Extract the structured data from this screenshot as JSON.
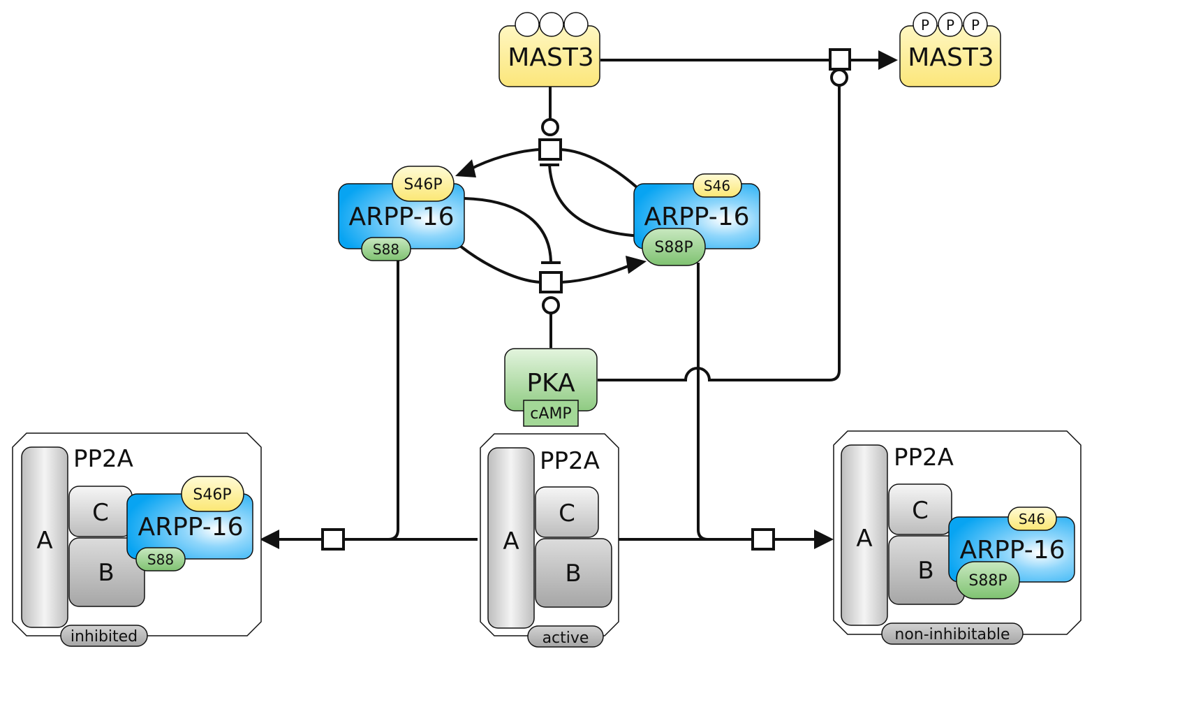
{
  "colors": {
    "mast3": "#fff19a",
    "arpp16": "#09a8f5",
    "pka": "#a9dba0",
    "site_green": "#95cf88",
    "site_yellow": "#fff19a",
    "subunit_gray": "#c8c8c8",
    "label_gray": "#b4b4b4",
    "line": "#111111"
  },
  "mast3_left": {
    "label": "MAST3",
    "sites": [
      "",
      "",
      ""
    ]
  },
  "mast3_right": {
    "label": "MAST3",
    "sites": [
      "P",
      "P",
      "P"
    ]
  },
  "arpp16_left": {
    "label": "ARPP-16",
    "top_site": "S46P",
    "bottom_site": "S88"
  },
  "arpp16_right": {
    "label": "ARPP-16",
    "top_site": "S46",
    "bottom_site": "S88P"
  },
  "pka": {
    "label": "PKA",
    "cofactor": "cAMP"
  },
  "complex_left": {
    "title": "PP2A",
    "a": "A",
    "c": "C",
    "b": "B",
    "state": "inhibited",
    "arpp": {
      "label": "ARPP-16",
      "top_site": "S46P",
      "bottom_site": "S88"
    }
  },
  "complex_center": {
    "title": "PP2A",
    "a": "A",
    "c": "C",
    "b": "B",
    "state": "active"
  },
  "complex_right": {
    "title": "PP2A",
    "a": "A",
    "c": "C",
    "b": "B",
    "state": "non-inhibitable",
    "arpp": {
      "label": "ARPP-16",
      "top_site": "S46",
      "bottom_site": "S88P"
    }
  }
}
